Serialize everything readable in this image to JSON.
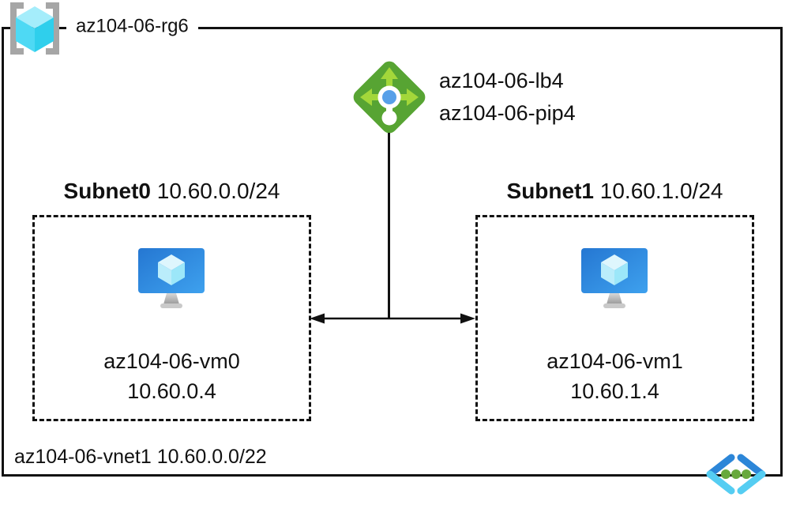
{
  "diagram": {
    "resource_group": {
      "label": "az104-06-rg6",
      "icon": "resource-group-icon"
    },
    "load_balancer": {
      "name": "az104-06-lb4",
      "public_ip": "az104-06-pip4",
      "icon": "load-balancer-icon"
    },
    "subnets": [
      {
        "name": "Subnet0",
        "cidr": "10.60.0.0/24",
        "vm": {
          "name": "az104-06-vm0",
          "ip": "10.60.0.4",
          "icon": "virtual-machine-icon"
        }
      },
      {
        "name": "Subnet1",
        "cidr": "10.60.1.0/24",
        "vm": {
          "name": "az104-06-vm1",
          "ip": "10.60.1.4",
          "icon": "virtual-machine-icon"
        }
      }
    ],
    "virtual_network": {
      "name": "az104-06-vnet1",
      "cidr": "10.60.0.0/22",
      "icon": "virtual-network-icon"
    },
    "colors": {
      "border_black": "#111111",
      "lb_diamond_green": "#57a433",
      "lb_arrow_green": "#a3d73a",
      "lb_dot_blue": "#57a0e8",
      "vm_monitor_blue_dark": "#2577d2",
      "vm_monitor_blue_light": "#3ea1ee",
      "cube_cyan_top": "#a5edfb",
      "cube_cyan_left": "#4ed9f4",
      "cube_cyan_right": "#2fcfec",
      "bracket_gray": "#a6a6a6",
      "vnet_chevron_blue": "#2c86d8",
      "vnet_chevron_cyan": "#55cdf2",
      "vnet_dot_green": "#68a93c"
    }
  }
}
